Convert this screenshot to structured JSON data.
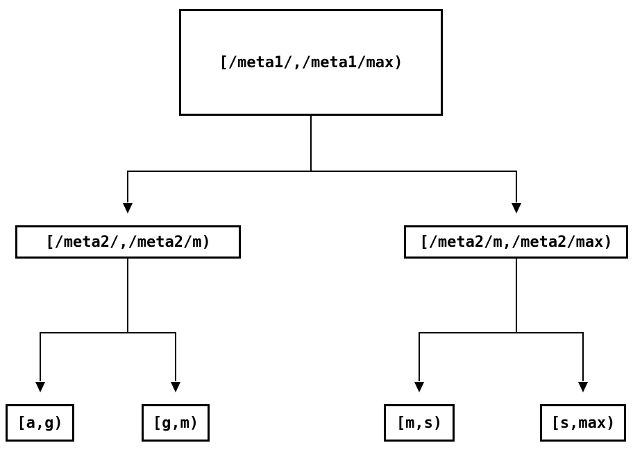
{
  "diagram": {
    "type": "interval-partition-tree",
    "background_color": "#ffffff",
    "line_color": "#000000",
    "node_border_color": "#000000",
    "text_color": "#000000",
    "nodes": {
      "root": {
        "label": "[/meta1/,/meta1/max)"
      },
      "left": {
        "label": "[/meta2/,/meta2/m)"
      },
      "right": {
        "label": "[/meta2/m,/meta2/max)"
      },
      "leaf_ag": {
        "label": "[a,g)"
      },
      "leaf_gm": {
        "label": "[g,m)"
      },
      "leaf_ms": {
        "label": "[m,s)"
      },
      "leaf_smax": {
        "label": "[s,max)"
      }
    },
    "edges": [
      {
        "from": "root",
        "to": "left",
        "arrow": "down"
      },
      {
        "from": "root",
        "to": "right",
        "arrow": "down"
      },
      {
        "from": "left",
        "to": "leaf_ag",
        "arrow": "down"
      },
      {
        "from": "left",
        "to": "leaf_gm",
        "arrow": "down"
      },
      {
        "from": "right",
        "to": "leaf_ms",
        "arrow": "down"
      },
      {
        "from": "right",
        "to": "leaf_smax",
        "arrow": "down"
      }
    ]
  }
}
